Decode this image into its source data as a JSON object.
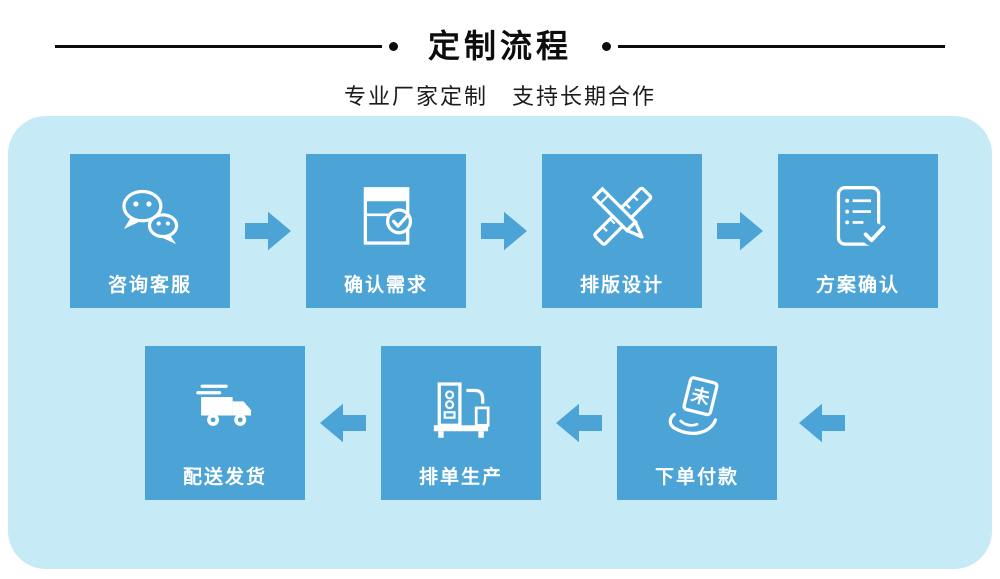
{
  "header": {
    "title": "定制流程",
    "subtitle": "专业厂家定制　支持长期合作"
  },
  "flow": {
    "row1": [
      {
        "label": "咨询客服",
        "icon": "wechat-icon"
      },
      {
        "label": "确认需求",
        "icon": "document-check-icon"
      },
      {
        "label": "排版设计",
        "icon": "pencil-ruler-icon"
      },
      {
        "label": "方案确认",
        "icon": "clipboard-check-icon"
      }
    ],
    "row2": [
      {
        "label": "配送发货",
        "icon": "truck-icon"
      },
      {
        "label": "排单生产",
        "icon": "machine-icon"
      },
      {
        "label": "下单付款",
        "icon": "hand-card-icon"
      }
    ]
  },
  "icons": {
    "payment_card_char": "未"
  },
  "colors": {
    "card-blue": "#4ba3d6",
    "container-blue": "#c7eaf7",
    "title-black": "#0d0d0d",
    "label-white": "#ffffff"
  }
}
